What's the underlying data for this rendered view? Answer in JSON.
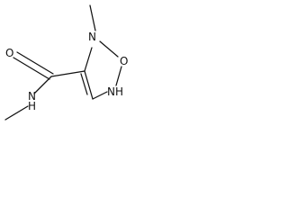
{
  "molecule": {
    "atoms": {
      "o_carbonyl": "O",
      "n_amide": "N",
      "h_amide": "H",
      "n_ring": "N",
      "o_ring": "O",
      "nh_ring": "NH"
    }
  }
}
